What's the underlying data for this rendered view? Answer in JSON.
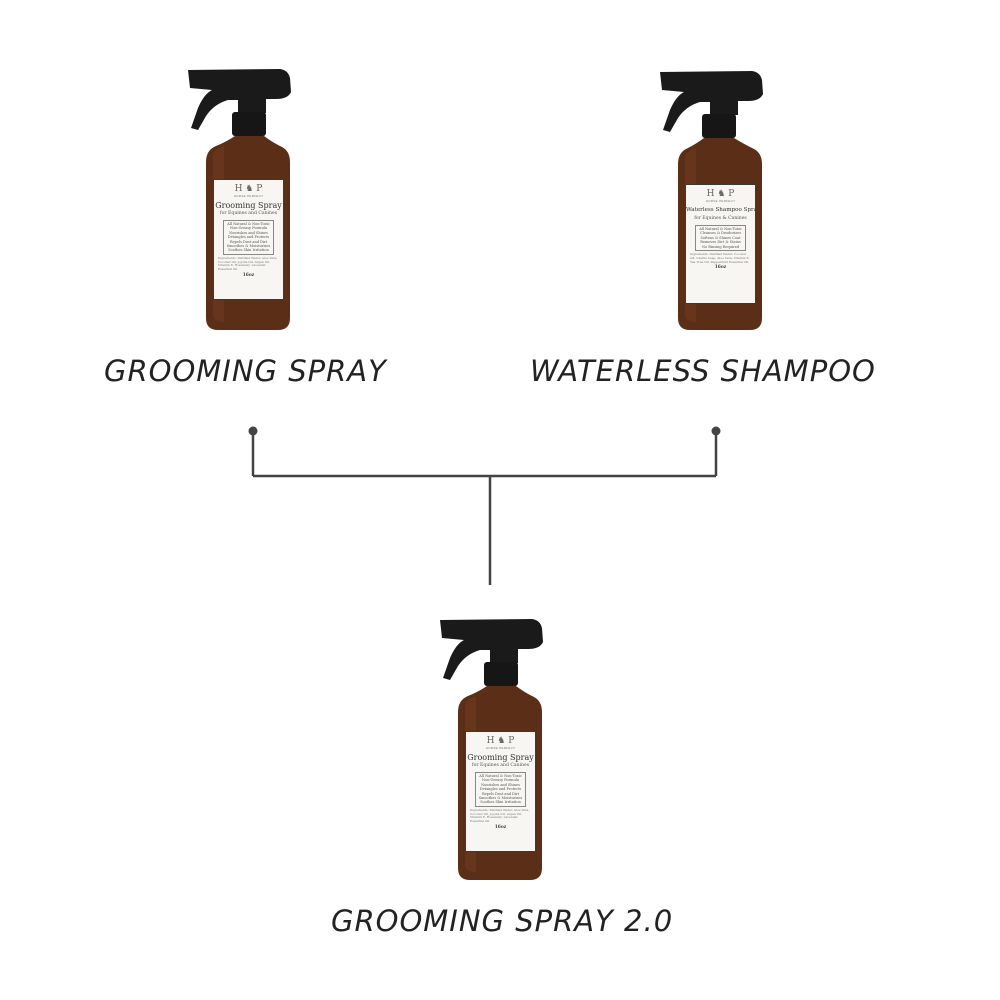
{
  "products": [
    {
      "caption": "GROOMING SPRAY",
      "label": {
        "emblem": "H ♞ P",
        "emblem_sub": "HORSE PERFECT",
        "title": "Grooming Spray",
        "subtitle": "for Equines and Canines",
        "features": [
          "All Natural & Non-Toxic",
          "Non-Greasy Formula",
          "Nourishes and Shines",
          "Detangles and Protects",
          "Repels Dust and Dirt",
          "Smoothes & Moisturizes",
          "Soothes Skin Irritation"
        ],
        "ingredients": "Ingredients: Distilled Water, Aloe Vera, Coconut Oil, Jojoba Oil, Argan Oil, Vitamin E, Rosemary, Lavender Essential Oil.",
        "volume": "16oz"
      }
    },
    {
      "caption": "WATERLESS SHAMPOO",
      "label": {
        "emblem": "H ♞ P",
        "emblem_sub": "HORSE PERFECT",
        "title": "Waterless Shampoo Spray",
        "subtitle": "for Equines & Canines",
        "features": [
          "All Natural & Non-Toxic",
          "Cleanses & Deodorizes",
          "Softens & Shines Coat",
          "Removes Dirt & Stains",
          "No Rinsing Required"
        ],
        "ingredients": "Ingredients: Distilled Water, Coconut Oil, Castile Soap, Aloe Vera, Vitamin E, Tea Tree Oil, Peppermint Essential Oil.",
        "volume": "16oz"
      }
    },
    {
      "caption": "GROOMING SPRAY 2.0",
      "label": {
        "emblem": "H ♞ P",
        "emblem_sub": "HORSE PERFECT",
        "title": "Grooming Spray",
        "subtitle": "for Equines and Canines",
        "features": [
          "All Natural & Non-Toxic",
          "Non-Greasy Formula",
          "Nourishes and Shines",
          "Detangles and Protects",
          "Repels Dust and Dirt",
          "Smoothes & Moisturizes",
          "Soothes Skin Irritation"
        ],
        "ingredients": "Ingredients: Distilled Water, Aloe Vera, Coconut Oil, Jojoba Oil, Argan Oil, Vitamin E, Rosemary, Lavender Essential Oil.",
        "volume": "16oz"
      }
    }
  ],
  "colors": {
    "bottle": "#5b2e17",
    "trigger": "#1a1a1a",
    "connector": "#444444"
  }
}
